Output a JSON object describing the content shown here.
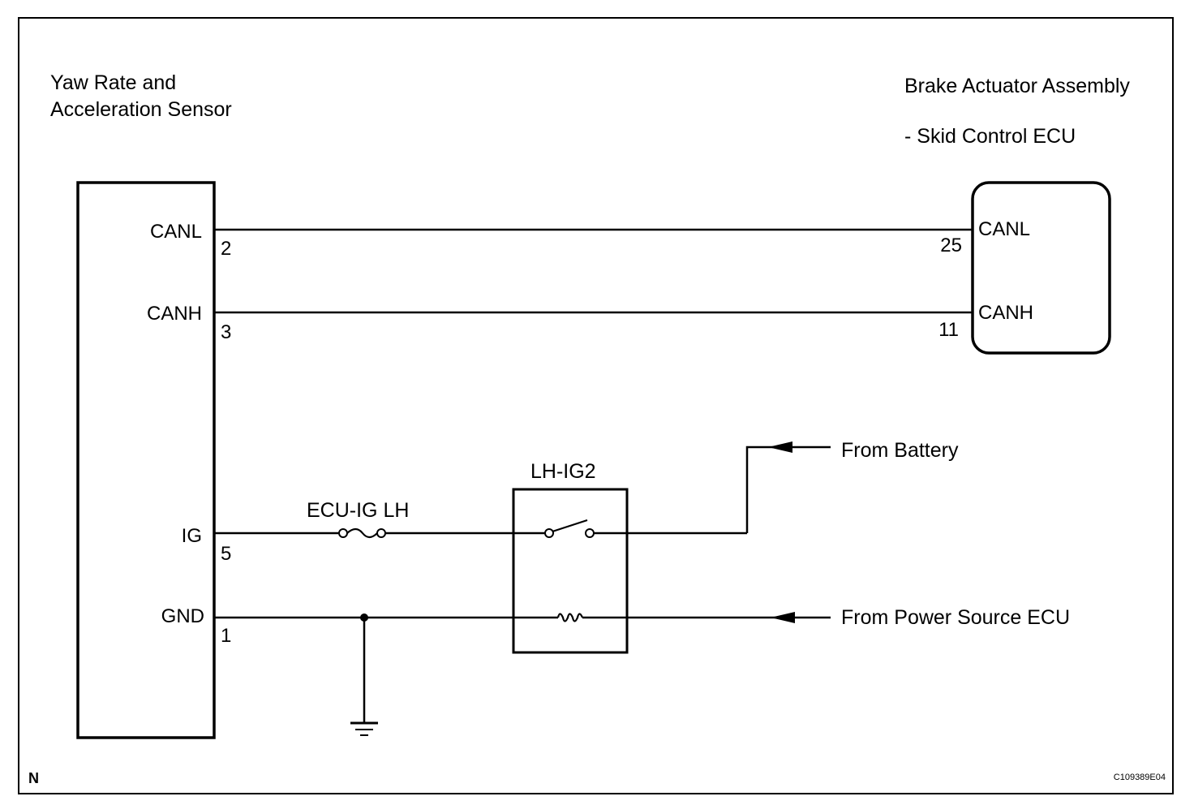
{
  "sensor": {
    "title_line1": "Yaw Rate and",
    "title_line2": "Acceleration Sensor",
    "pins": [
      {
        "name": "CANL",
        "number": "2"
      },
      {
        "name": "CANH",
        "number": "3"
      },
      {
        "name": "IG",
        "number": "5"
      },
      {
        "name": "GND",
        "number": "1"
      }
    ]
  },
  "ecu": {
    "title_line1": "Brake Actuator Assembly",
    "title_line2": "- Skid Control ECU",
    "pins": [
      {
        "name": "CANL",
        "number": "25"
      },
      {
        "name": "CANH",
        "number": "11"
      }
    ]
  },
  "fuse": {
    "label": "ECU-IG LH"
  },
  "relay": {
    "label": "LH-IG2"
  },
  "sources": {
    "battery": "From Battery",
    "power_source_ecu": "From Power Source ECU"
  },
  "corner_letter": "N",
  "figure_code": "C109389E04"
}
